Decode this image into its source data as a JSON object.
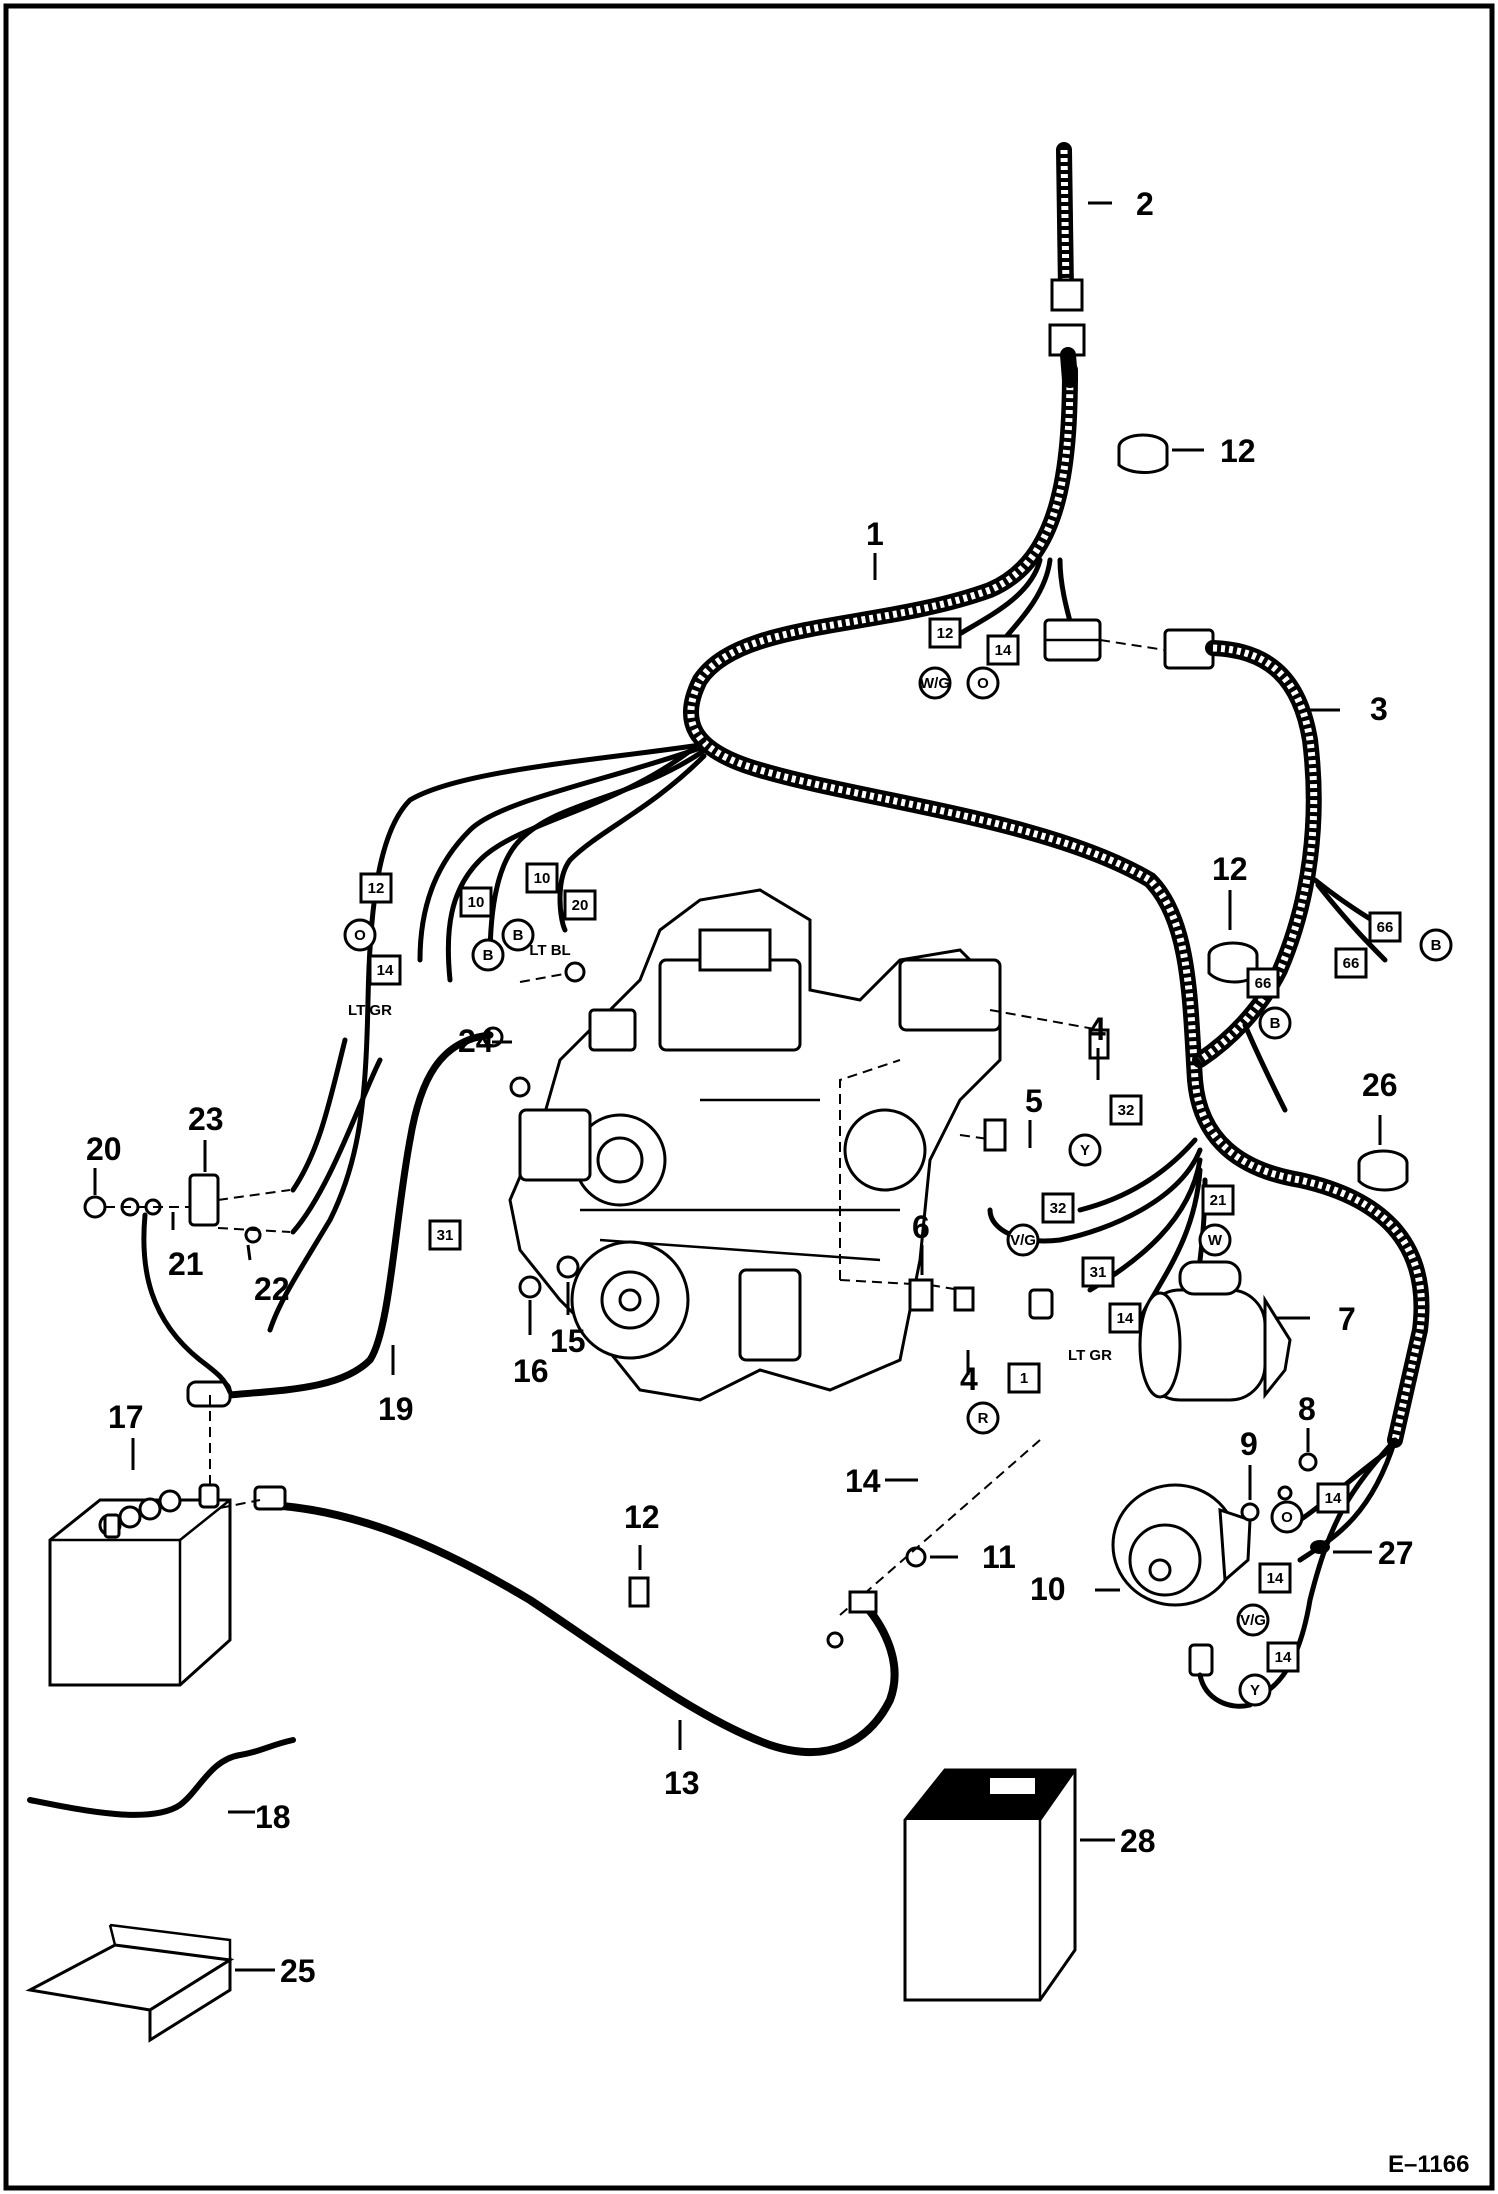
{
  "drawing_id": "E–1166",
  "callouts": [
    {
      "id": "c1",
      "text": "1"
    },
    {
      "id": "c2",
      "text": "2"
    },
    {
      "id": "c3",
      "text": "3"
    },
    {
      "id": "c4a",
      "text": "4"
    },
    {
      "id": "c4b",
      "text": "4"
    },
    {
      "id": "c5",
      "text": "5"
    },
    {
      "id": "c6",
      "text": "6"
    },
    {
      "id": "c7",
      "text": "7"
    },
    {
      "id": "c8",
      "text": "8"
    },
    {
      "id": "c9",
      "text": "9"
    },
    {
      "id": "c10",
      "text": "10"
    },
    {
      "id": "c11",
      "text": "11"
    },
    {
      "id": "c12a",
      "text": "12"
    },
    {
      "id": "c12b",
      "text": "12"
    },
    {
      "id": "c12c",
      "text": "12"
    },
    {
      "id": "c13",
      "text": "13"
    },
    {
      "id": "c14",
      "text": "14"
    },
    {
      "id": "c15",
      "text": "15"
    },
    {
      "id": "c16",
      "text": "16"
    },
    {
      "id": "c17",
      "text": "17"
    },
    {
      "id": "c18",
      "text": "18"
    },
    {
      "id": "c19",
      "text": "19"
    },
    {
      "id": "c20",
      "text": "20"
    },
    {
      "id": "c21",
      "text": "21"
    },
    {
      "id": "c22",
      "text": "22"
    },
    {
      "id": "c23",
      "text": "23"
    },
    {
      "id": "c24",
      "text": "24"
    },
    {
      "id": "c25",
      "text": "25"
    },
    {
      "id": "c26",
      "text": "26"
    },
    {
      "id": "c27",
      "text": "27"
    },
    {
      "id": "c28",
      "text": "28"
    }
  ],
  "wire_tags": [
    {
      "id": "t1",
      "shape": "square",
      "text": "12"
    },
    {
      "id": "t2",
      "shape": "circle",
      "text": "W/G"
    },
    {
      "id": "t3",
      "shape": "square",
      "text": "14"
    },
    {
      "id": "t4",
      "shape": "circle",
      "text": "O"
    },
    {
      "id": "t5",
      "shape": "square",
      "text": "12"
    },
    {
      "id": "t6",
      "shape": "circle",
      "text": "O"
    },
    {
      "id": "t7",
      "shape": "square",
      "text": "14"
    },
    {
      "id": "t8",
      "shape": "text",
      "text": "LT GR"
    },
    {
      "id": "t9",
      "shape": "square",
      "text": "10"
    },
    {
      "id": "t10",
      "shape": "square",
      "text": "20"
    },
    {
      "id": "t11",
      "shape": "circle",
      "text": "B"
    },
    {
      "id": "t12",
      "shape": "text",
      "text": "LT BL"
    },
    {
      "id": "t13",
      "shape": "square",
      "text": "10"
    },
    {
      "id": "t14",
      "shape": "circle",
      "text": "B"
    },
    {
      "id": "t15",
      "shape": "square",
      "text": "66"
    },
    {
      "id": "t16",
      "shape": "circle",
      "text": "B"
    },
    {
      "id": "t17",
      "shape": "square",
      "text": "66"
    },
    {
      "id": "t18",
      "shape": "square",
      "text": "66"
    },
    {
      "id": "t19",
      "shape": "circle",
      "text": "B"
    },
    {
      "id": "t20",
      "shape": "square",
      "text": "32"
    },
    {
      "id": "t21",
      "shape": "circle",
      "text": "Y"
    },
    {
      "id": "t22",
      "shape": "square",
      "text": "32"
    },
    {
      "id": "t23",
      "shape": "circle",
      "text": "V/G"
    },
    {
      "id": "t24",
      "shape": "square",
      "text": "31"
    },
    {
      "id": "t25",
      "shape": "square",
      "text": "31"
    },
    {
      "id": "t26",
      "shape": "square",
      "text": "21"
    },
    {
      "id": "t27",
      "shape": "circle",
      "text": "W"
    },
    {
      "id": "t28",
      "shape": "square",
      "text": "14"
    },
    {
      "id": "t29",
      "shape": "text",
      "text": "LT GR"
    },
    {
      "id": "t30",
      "shape": "square",
      "text": "1"
    },
    {
      "id": "t31",
      "shape": "circle",
      "text": "R"
    },
    {
      "id": "t32",
      "shape": "circle",
      "text": "O"
    },
    {
      "id": "t33",
      "shape": "square",
      "text": "14"
    },
    {
      "id": "t34",
      "shape": "square",
      "text": "14"
    },
    {
      "id": "t35",
      "shape": "circle",
      "text": "V/G"
    },
    {
      "id": "t36",
      "shape": "square",
      "text": "14"
    },
    {
      "id": "t37",
      "shape": "circle",
      "text": "Y"
    }
  ]
}
